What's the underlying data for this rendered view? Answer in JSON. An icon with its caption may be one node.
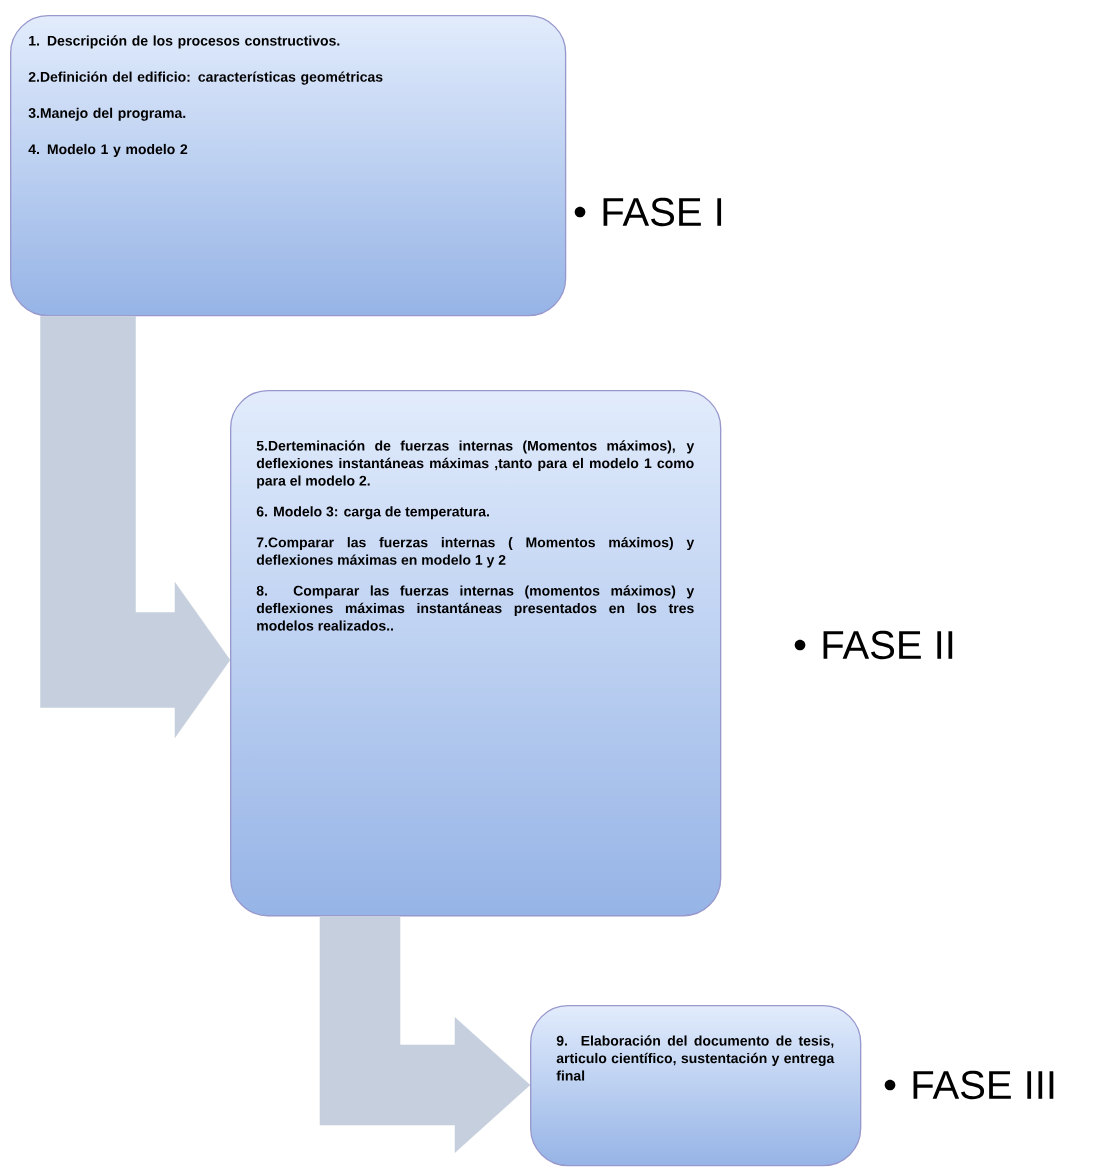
{
  "diagram": {
    "nodes": [
      {
        "text": [
          "1. Descripción  de los procesos constructivos.",
          "2.Definición del edificio: características geométricas",
          "3.Manejo del programa.",
          "4. Modelo 1 y modelo 2"
        ],
        "beside": [
          "FASE I"
        ]
      },
      {
        "text": [
          "5.Derteminación de fuerzas internas (Momentos máximos), y deflexiones instantáneas  máximas ,tanto para el modelo 1 como para el modelo 2.",
          "6. Modelo 3: carga de temperatura.",
          "7.Comparar las fuerzas internas ( Momentos máximos) y deflexiones máximas en modelo 1 y 2",
          "8. Comparar las fuerzas internas (momentos máximos) y deflexiones máximas instantáneas presentados en los tres modelos realizados.."
        ],
        "beside": [
          "FASE II"
        ]
      },
      {
        "text": [
          "9. Elaboración del documento de tesis, articulo científico, sustentación y entrega final"
        ],
        "beside": [
          "FASE III"
        ]
      }
    ],
    "edges": [
      {
        "from": 0,
        "to": 1,
        "arrow": "to"
      },
      {
        "from": 1,
        "to": 2,
        "arrow": "to"
      }
    ]
  }
}
